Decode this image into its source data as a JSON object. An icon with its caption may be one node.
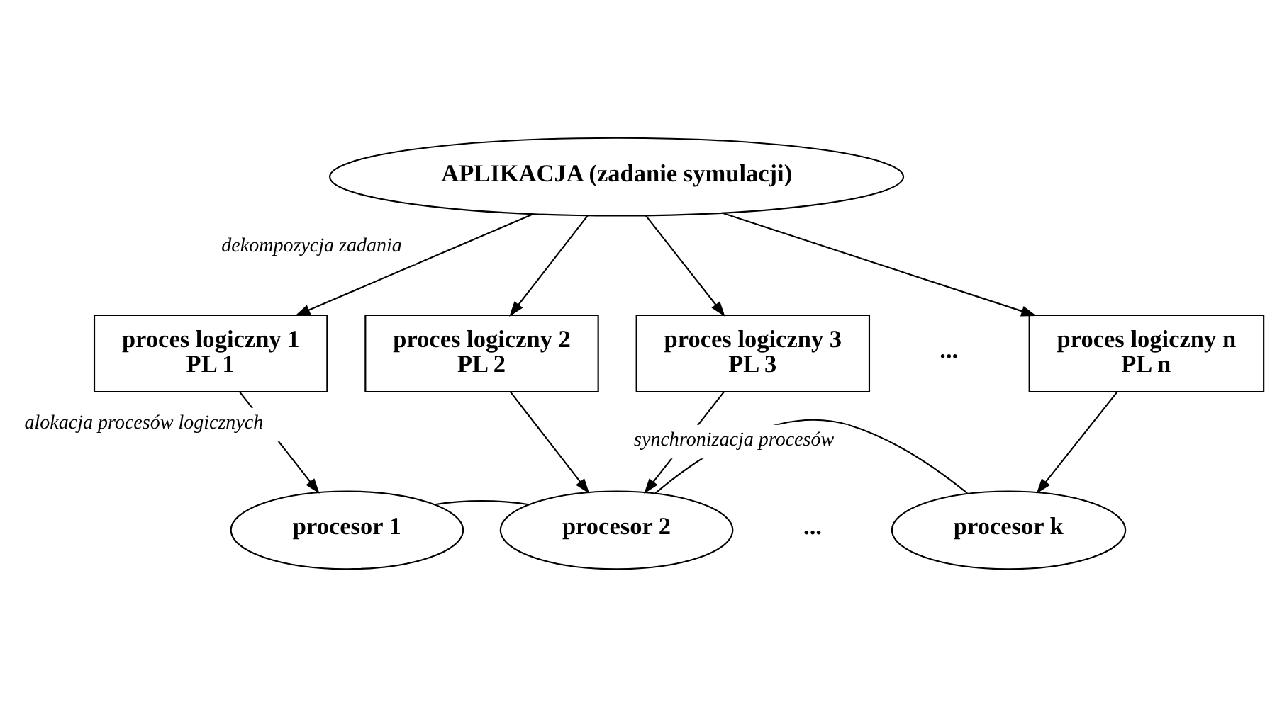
{
  "diagram": {
    "nodes": [
      {
        "text": [
          "APLIKACJA (zadanie symulacji)"
        ]
      },
      {
        "text": [
          "proces logiczny 1",
          "PL 1"
        ]
      },
      {
        "text": [
          "proces logiczny 2",
          "PL 2"
        ]
      },
      {
        "text": [
          "proces logiczny 3",
          "PL 3"
        ]
      },
      {
        "text": [
          "proces logiczny n",
          "PL n"
        ]
      },
      {
        "text": [
          "procesor 1"
        ]
      },
      {
        "text": [
          "procesor 2"
        ]
      },
      {
        "text": [
          "procesor k"
        ]
      }
    ],
    "edges": [
      {
        "from": 0,
        "to": 1,
        "arrow": "to",
        "label": "dekompozycja zadania"
      },
      {
        "from": 0,
        "to": 2,
        "arrow": "to"
      },
      {
        "from": 0,
        "to": 3,
        "arrow": "to"
      },
      {
        "from": 0,
        "to": 4,
        "arrow": "to"
      },
      {
        "from": 1,
        "to": 5,
        "arrow": "to",
        "label": "alokacja procesów logicznych"
      },
      {
        "from": 2,
        "to": 6,
        "arrow": "to"
      },
      {
        "from": 3,
        "to": 6,
        "arrow": "to"
      },
      {
        "from": 4,
        "to": 7,
        "arrow": "to"
      },
      {
        "from": 5,
        "to": 6,
        "arrow": "none"
      },
      {
        "from": 6,
        "to": 7,
        "arrow": "none",
        "label": "synchronizacja procesów"
      }
    ],
    "labels": [
      "...",
      "..."
    ]
  }
}
